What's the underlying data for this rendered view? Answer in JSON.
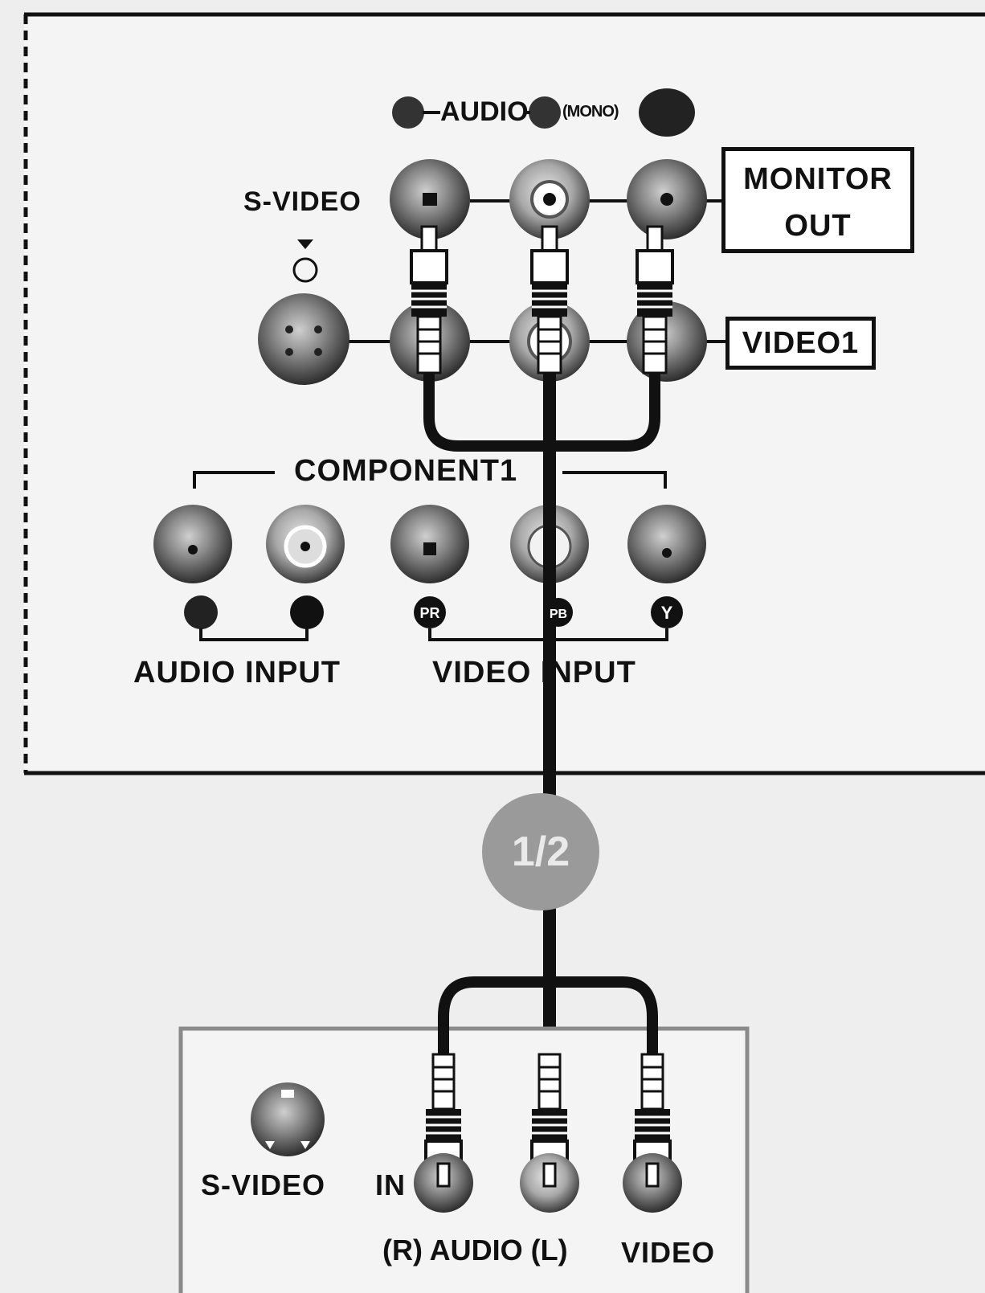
{
  "tv_panel": {
    "svideo_label": "S-VIDEO",
    "audio_mono_label": "AUDIO",
    "mono_label": "(MONO)",
    "monitor_out_label": "MONITOR OUT",
    "video1_label": "VIDEO1",
    "component_label": "COMPONENT1",
    "pr_label": "PR",
    "pb_label": "PB",
    "y_label": "Y",
    "audio_input_label": "AUDIO INPUT",
    "video_input_label": "VIDEO INPUT"
  },
  "cable_badge": "1/2",
  "source_panel": {
    "svideo_label": "S-VIDEO",
    "in_label": "IN",
    "audio_label": "(R) AUDIO (L)",
    "video_label": "VIDEO"
  },
  "colors": {
    "background": "#eeeeee",
    "panel": "#f3f3f3",
    "jack_outer": "#6e6e6e",
    "jack_inner": "#222222",
    "cable": "#111111",
    "badge": "#9a9a9a"
  }
}
